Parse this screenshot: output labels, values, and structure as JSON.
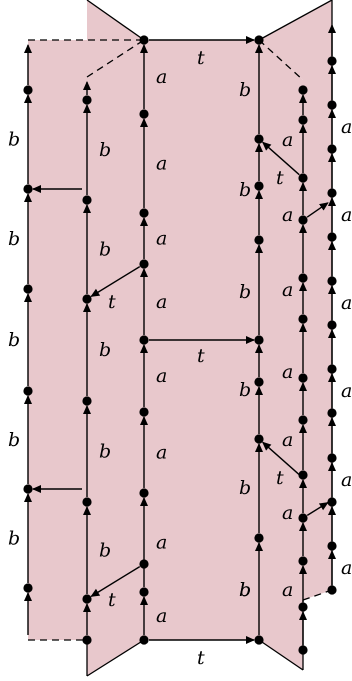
{
  "colors": {
    "fill": "#e8c8cc",
    "stroke": "#000000",
    "node": "#000000",
    "background": "#ffffff"
  },
  "labels": {
    "t": "t",
    "a": "a",
    "b": "b"
  }
}
